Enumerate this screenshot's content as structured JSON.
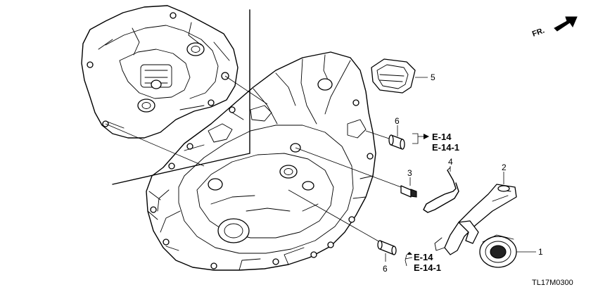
{
  "direction_marker": "FR.",
  "diagram_code": "TL17M0300",
  "callouts": [
    {
      "id": "1",
      "label": "1"
    },
    {
      "id": "2",
      "label": "2"
    },
    {
      "id": "3",
      "label": "3"
    },
    {
      "id": "4",
      "label": "4"
    },
    {
      "id": "5",
      "label": "5"
    },
    {
      "id": "6a",
      "label": "6"
    },
    {
      "id": "6b",
      "label": "6"
    }
  ],
  "references": {
    "upper": [
      "E-14",
      "E-14-1"
    ],
    "lower": [
      "E-14",
      "E-14-1"
    ]
  }
}
